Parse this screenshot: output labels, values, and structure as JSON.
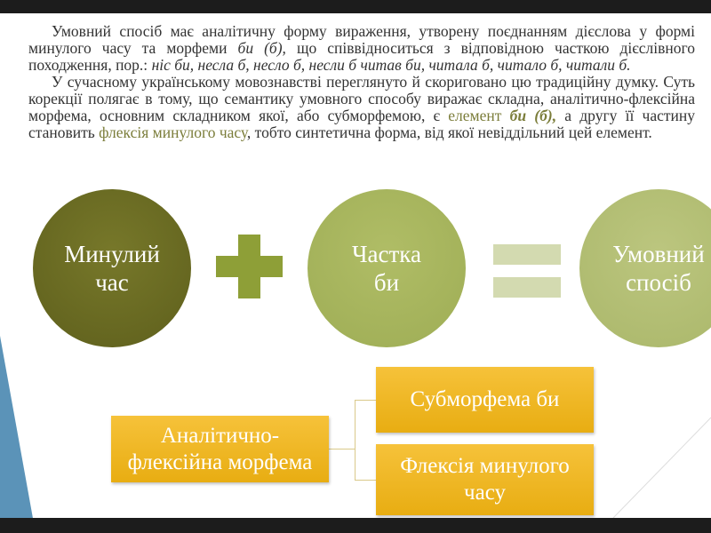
{
  "paragraph1": {
    "t1": "Умовний спосіб має аналітичну форму вираження, утворену поєднанням дієслова у формі минулого часу та морфеми ",
    "i1": "би (б),",
    "t2": " що співвідноситься з відповідною часткою дієслівного походження, пор.: ",
    "i2": "ніс би, несла б, несло б, несли б читав би, читала б, читало б, читали б."
  },
  "paragraph2": {
    "t1": "У сучасному українському мовознавстві переглянуто й скориговано цю традиційну думку. Суть корекції полягає в тому, що семантику умовного способу виражає складна, аналітично-флексійна морфема, основним складником якої, або субморфемою, є ",
    "h1": "елемент ",
    "i1": "би (б),",
    "t2": " а другу її частину становить ",
    "h2": "флексія минулого часу",
    "t3": ", тобто синтетична форма, від якої невіддільний цей елемент."
  },
  "equation": {
    "circle1": "Минулий час",
    "circle2": "Частка би",
    "circle3": "Умовний спосіб"
  },
  "hierarchy": {
    "root": "Аналітично-флексійна морфема",
    "child1": "Субморфема би",
    "child2": "Флексія минулого часу"
  },
  "colors": {
    "dark_olive": "#6b6c22",
    "light_olive": "#a6b45a",
    "orange": "#f0b520",
    "blue": "#5b93b8"
  }
}
